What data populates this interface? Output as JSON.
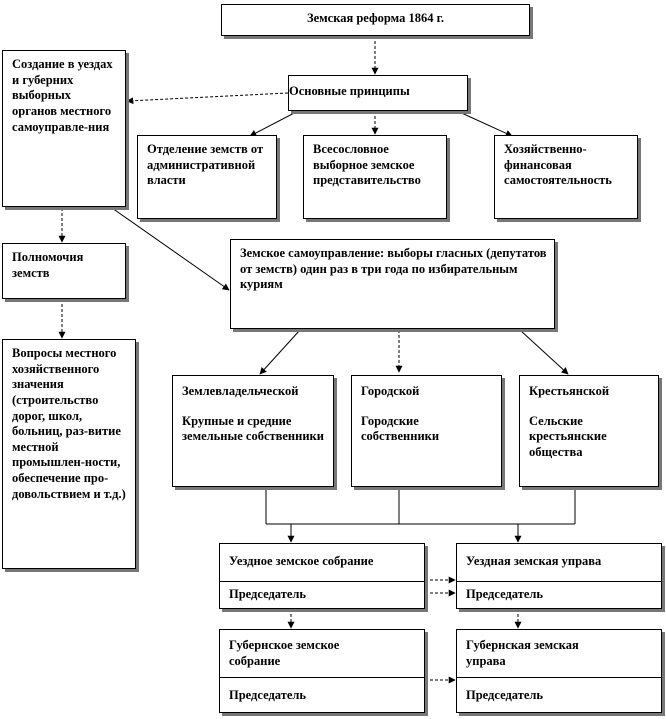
{
  "title": "Земская реформа 1864 г.",
  "principles": {
    "title": "Основные принципы",
    "items": [
      "Отделение земств от административной власти",
      "Всесословное выборное земское представительство",
      "Хозяйственно-финансовая самостоятельность"
    ]
  },
  "left_column": {
    "creation": "Создание в уездах и губерних выборных органов местного самоуправле-ния",
    "powers": "Полномочия земств",
    "issues": "Вопросы местного хозяйственного значения (строительство дорог, школ, больниц, раз-витие местной промышлен-ности, обеспечение про-довольствием и т.д.)"
  },
  "self_government": "Земское самоуправление: выборы гласных (депутатов от земств) один раз в три года по избирательным куриям",
  "curiae": [
    {
      "name": "Землевладельческой",
      "members": "Крупные и средние земельные собственники"
    },
    {
      "name": "Городской",
      "members": "Городские собственники"
    },
    {
      "name": "Крестьянской",
      "members": "Сельские крестьянские общества"
    }
  ],
  "bodies": {
    "district_assembly": "Уездное земское собрание",
    "district_board": "Уездная земская управа",
    "province_assembly": "Губернское земское собрание",
    "province_board": "Губернская земская управа",
    "chairman": "Председатель"
  }
}
